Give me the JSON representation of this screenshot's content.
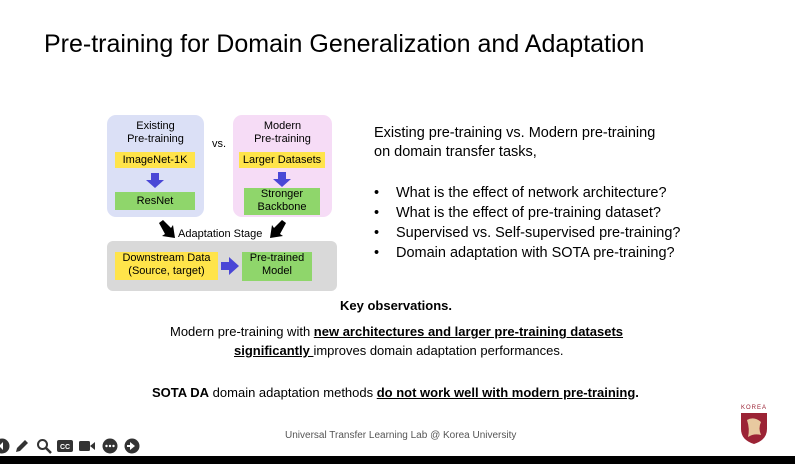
{
  "slide": {
    "title": "Pre-training for Domain Generalization and Adaptation",
    "diagram": {
      "existing_title": "Existing\nPre-training",
      "vs_label": "vs.",
      "modern_title": "Modern\nPre-training",
      "imagenet": "ImageNet-1K",
      "resnet": "ResNet",
      "larger_datasets": "Larger Datasets",
      "stronger_backbone": "Stronger\nBackbone",
      "adaptation_stage": "Adaptation Stage",
      "downstream_data": "Downstream Data\n(Source, target)",
      "pretrained_model": "Pre-trained\nModel"
    },
    "intro": "Existing pre-training vs. Modern pre-training\non domain transfer tasks,",
    "bullets": [
      "What is the effect of network architecture?",
      "What is the effect of pre-training dataset?",
      "Supervised vs. Self-supervised pre-training?",
      "Domain adaptation with SOTA pre-training?"
    ],
    "key_observations": "Key observations.",
    "obs1_prefix": "Modern pre-training with ",
    "obs1_underlined": "new architectures and larger pre-training datasets",
    "obs1_underlined2": "significantly ",
    "obs1_suffix": "improves domain adaptation performances.",
    "obs2_bold": "SOTA DA",
    "obs2_mid": " domain adaptation methods ",
    "obs2_underlined": "do not work well with modern pre-training",
    "obs2_end": ".",
    "footer": "Universal Transfer Learning Lab @ Korea University",
    "logo_text": "KOREA"
  },
  "toolbar": {
    "icons": [
      "back-icon",
      "pen-icon",
      "zoom-icon",
      "captions-icon",
      "camera-icon",
      "more-icon",
      "forward-icon"
    ]
  },
  "colors": {
    "existing_panel": "#dbe0f6",
    "modern_panel": "#f6dcf6",
    "highlight_yellow": "#ffe44a",
    "highlight_green": "#8fd66b",
    "arrow": "#4a47d6",
    "logo": "#9b2335"
  }
}
